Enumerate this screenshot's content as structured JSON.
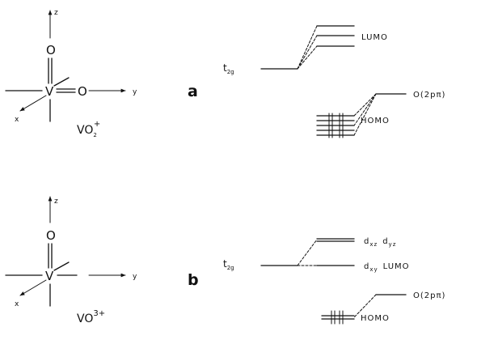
{
  "panel_a": {
    "letter": "a",
    "molecule": {
      "formula": "VO",
      "subscript": "2",
      "superscript": "+"
    },
    "atoms": {
      "metal": "V",
      "axial_oxygen": "O",
      "equatorial_oxygen": "O"
    },
    "axes": {
      "z": "z",
      "y": "y",
      "x": "x"
    },
    "orbitals": {
      "t2g": "t",
      "t2g_sub": "2g",
      "lumo": "LUMO",
      "homo": "HOMO",
      "o2p": "O(2pπ)"
    }
  },
  "panel_b": {
    "letter": "b",
    "molecule": {
      "formula": "VO",
      "superscript": "3+"
    },
    "atoms": {
      "metal": "V",
      "axial_oxygen": "O"
    },
    "axes": {
      "z": "z",
      "y": "y",
      "x": "x"
    },
    "orbitals": {
      "t2g": "t",
      "t2g_sub": "2g",
      "dxz": "d",
      "dxz_sub": "xz",
      "dyz": "d",
      "dyz_sub": "yz",
      "dxy": "d",
      "dxy_sub": "xy",
      "lumo": "LUMO",
      "homo": "HOMO",
      "o2p": "O(2pπ)"
    }
  }
}
